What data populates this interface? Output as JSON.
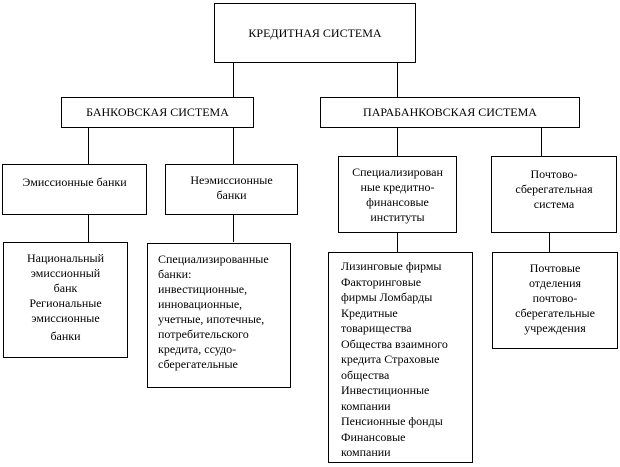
{
  "root": "КРЕДИТНАЯ СИСТЕМА",
  "banking": {
    "title": "БАНКОВСКАЯ СИСТЕМА",
    "emission": {
      "title": "Эмиссионные банки",
      "items": [
        "Национальный",
        "эмиссионный",
        "банк",
        "Региональные",
        "эмиссионные",
        "банки"
      ]
    },
    "non_emission": {
      "title": [
        "Неэмиссионные",
        "банки"
      ],
      "items": [
        "Специализированные",
        "банки:",
        "инвестиционные,",
        "инновационные,",
        "учетные, ипотечные,",
        "потребительского",
        "кредита, ссудо-",
        "сберегательные"
      ]
    }
  },
  "parabanking": {
    "title": "ПАРАБАНКОВСКАЯ СИСТЕМА",
    "specialized": {
      "title": [
        "Специализирован",
        "ные кредитно-",
        "финансовые",
        "институты"
      ],
      "items": [
        "Лизинговые фирмы",
        "Факторинговые",
        "фирмы Ломбарды",
        "Кредитные",
        "товарищества",
        "Общества взаимного",
        "кредита Страховые",
        "общества",
        "Инвестиционные",
        "компании",
        "Пенсионные фонды",
        "Финансовые",
        "компании"
      ]
    },
    "postal": {
      "title": [
        "Почтово-",
        "сберегательная",
        "система"
      ],
      "items": [
        "Почтовые",
        "отделения",
        "почтово-",
        "сберегательные",
        "учреждения"
      ]
    }
  }
}
